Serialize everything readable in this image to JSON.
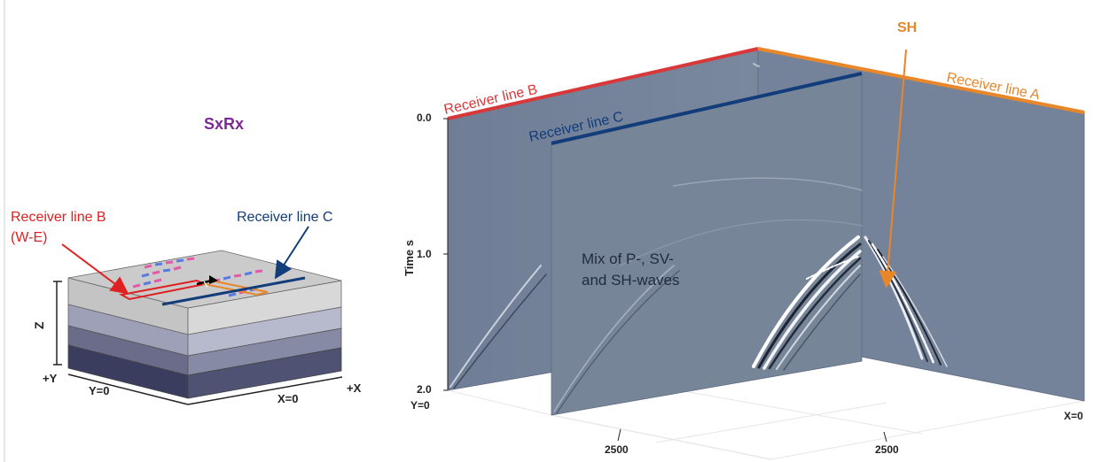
{
  "left_panel": {
    "title": "SxRx",
    "receiver_line_b_label": "Receiver line B",
    "receiver_line_b_direction": "(W-E)",
    "receiver_line_c_label": "Receiver line C",
    "axis_z": "Z",
    "axis_plus_y": "+Y",
    "axis_y0": "Y=0",
    "axis_x0": "X=0",
    "axis_plus_x": "+X"
  },
  "right_panel": {
    "receiver_line_b_label": "Receiver line B",
    "receiver_line_c_label": "Receiver line C",
    "receiver_line_a_label": "Receiver line A",
    "sh_label": "SH",
    "annotation_line1": "Mix of P-, SV-",
    "annotation_line2": "and SH-waves",
    "time_axis_label": "Time s",
    "time_ticks": [
      "0.0",
      "1.0",
      "2.0"
    ],
    "y0_label": "Y=0",
    "x0_label": "X=0",
    "tick_2500_left": "2500",
    "tick_2500_right": "2500"
  },
  "colors": {
    "title_purple": "#7a2a92",
    "line_b_red": "#d9383a",
    "line_c_navy": "#123c7a",
    "line_a_orange": "#e8862a",
    "panel_gray": "#75839a"
  }
}
